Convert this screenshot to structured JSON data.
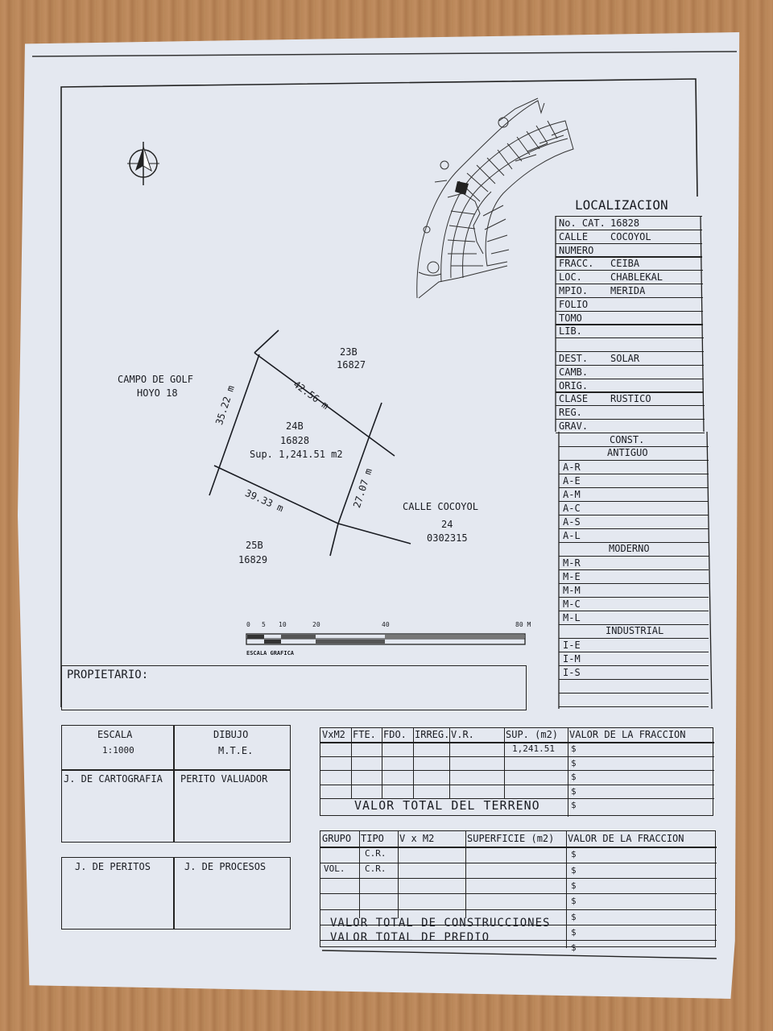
{
  "plan": {
    "north_label": "N",
    "neighbors": {
      "north_lot": "23B",
      "north_cat": "16827",
      "west_label_1": "CAMPO DE GOLF",
      "west_label_2": "HOYO 18",
      "south_lot": "25B",
      "south_cat": "16829",
      "east_street": "CALLE COCOYOL",
      "east_number": "24",
      "east_cat": "0302315"
    },
    "lot": {
      "id": "24B",
      "cat": "16828",
      "area": "Sup. 1,241.51 m2"
    },
    "dimensions": {
      "north": "42.56 m",
      "west": "35.22 m",
      "east": "27.07 m",
      "south": "39.33 m"
    },
    "scale_bar": {
      "ticks": [
        "0",
        "5",
        "10",
        "20",
        "40",
        "80 M"
      ],
      "caption": "ESCALA GRAFICA"
    }
  },
  "localizacion": {
    "title": "LOCALIZACION",
    "rows": [
      {
        "label": "No. CAT.",
        "value": "16828"
      },
      {
        "label": "CALLE",
        "value": "COCOYOL"
      },
      {
        "label": "NUMERO",
        "value": ""
      },
      {
        "label": "FRACC.",
        "value": "CEIBA"
      },
      {
        "label": "LOC.",
        "value": "CHABLEKAL"
      },
      {
        "label": "MPIO.",
        "value": "MERIDA"
      },
      {
        "label": "FOLIO",
        "value": ""
      },
      {
        "label": "TOMO",
        "value": ""
      },
      {
        "label": "LIB.",
        "value": ""
      },
      {
        "label": "",
        "value": ""
      },
      {
        "label": "DEST.",
        "value": "SOLAR"
      },
      {
        "label": "CAMB.",
        "value": ""
      },
      {
        "label": "ORIG.",
        "value": ""
      },
      {
        "label": "CLASE",
        "value": "RUSTICO"
      },
      {
        "label": "REG.",
        "value": ""
      },
      {
        "label": "GRAV.",
        "value": ""
      }
    ]
  },
  "const": {
    "title": "CONST.",
    "antiguo_title": "ANTIGUO",
    "antiguo": [
      "A-R",
      "A-E",
      "A-M",
      "A-C",
      "A-S",
      "A-L"
    ],
    "moderno_title": "MODERNO",
    "moderno": [
      "M-R",
      "M-E",
      "M-M",
      "M-C",
      "M-L"
    ],
    "industrial_title": "INDUSTRIAL",
    "industrial": [
      "I-E",
      "I-M",
      "I-S"
    ]
  },
  "propietario_label": "PROPIETARIO:",
  "signatures": {
    "escala_label": "ESCALA",
    "escala_value": "1:1000",
    "dibujo_label": "DIBUJO",
    "dibujo_value": "M.T.E.",
    "cartografia": "J. DE CARTOGRAFIA",
    "perito_valuador": "PERITO VALUADOR",
    "peritos": "J. DE PERITOS",
    "procesos": "J. DE PROCESOS"
  },
  "terreno": {
    "headers": [
      "VxM2",
      "FTE.",
      "FDO.",
      "IRREG.",
      "V.R.",
      "SUP. (m2)",
      "VALOR DE LA FRACCION"
    ],
    "sup_value": "1,241.51",
    "currency": "$",
    "total_label": "VALOR TOTAL DEL TERRENO"
  },
  "construcciones": {
    "headers": [
      "GRUPO",
      "TIPO",
      "V x M2",
      "SUPERFICIE (m2)",
      "VALOR DE LA FRACCION"
    ],
    "grupo_value": "VOL.",
    "tipo_values": [
      "C.R.",
      "C.R."
    ],
    "currency": "$",
    "total_const_label": "VALOR TOTAL DE CONSTRUCCIONES",
    "total_predio_label": "VALOR TOTAL DE PREDIO"
  }
}
